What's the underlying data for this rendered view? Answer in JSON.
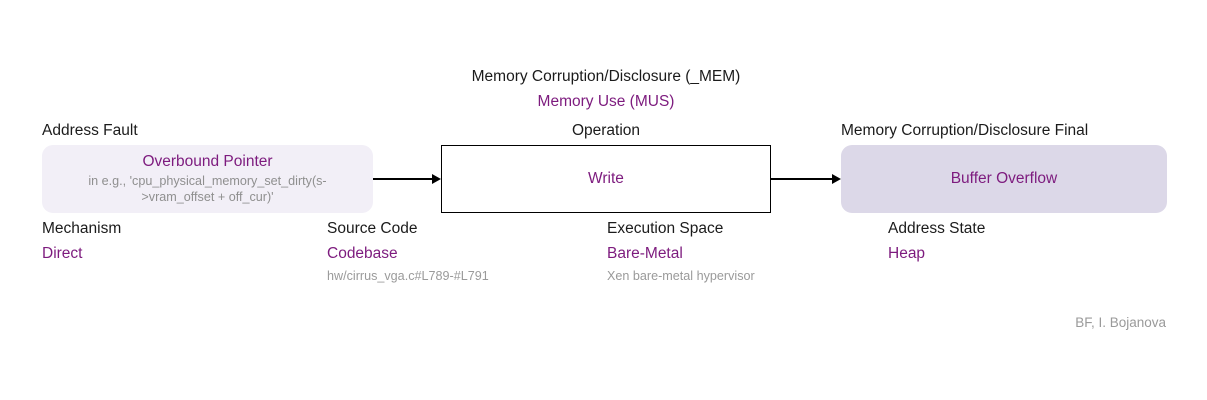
{
  "diagram": {
    "cluster": {
      "line1": "Memory Corruption/Disclosure (_MEM)",
      "line2": "Memory Use (MUS)"
    },
    "nodes": [
      {
        "key": "address_fault",
        "caption": "Address Fault",
        "title": "Overbound Pointer",
        "subtitle": "in e.g., 'cpu_physical_memory_set_dirty(s->vram_offset + off_cur)'",
        "fill": "#f2eff7",
        "shape": "rounded"
      },
      {
        "key": "operation",
        "caption": "Operation",
        "title": "Write",
        "subtitle": "",
        "fill": "#ffffff",
        "shape": "rect"
      },
      {
        "key": "final",
        "caption": "Memory Corruption/Disclosure Final",
        "title": "Buffer Overflow",
        "subtitle": "",
        "fill": "#dcd8e8",
        "shape": "rounded"
      }
    ],
    "arrows": [
      {
        "key": "fault-to-operation",
        "from": "address_fault",
        "to": "operation",
        "style": "solid-arrow"
      },
      {
        "key": "operation-to-final",
        "from": "operation",
        "to": "final",
        "style": "solid-arrow"
      }
    ],
    "attributes": [
      {
        "key": "mechanism",
        "label": "Mechanism",
        "value": "Direct",
        "detail": ""
      },
      {
        "key": "source_code",
        "label": "Source Code",
        "value": "Codebase",
        "detail": "hw/cirrus_vga.c#L789-#L791"
      },
      {
        "key": "execution_space",
        "label": "Execution Space",
        "value": "Bare-Metal",
        "detail": "Xen bare-metal hypervisor"
      },
      {
        "key": "address_state",
        "label": "Address State",
        "value": "Heap",
        "detail": ""
      }
    ],
    "credit": "BF, I. Bojanova",
    "colors": {
      "accent_purple": "#7d1b7e",
      "text_dark": "#1b1b1b",
      "text_gray": "#9a9a9a",
      "fill_light_lavender": "#f2eff7",
      "fill_lavender": "#dcd8e8",
      "stroke": "#000000",
      "background": "#ffffff"
    }
  }
}
